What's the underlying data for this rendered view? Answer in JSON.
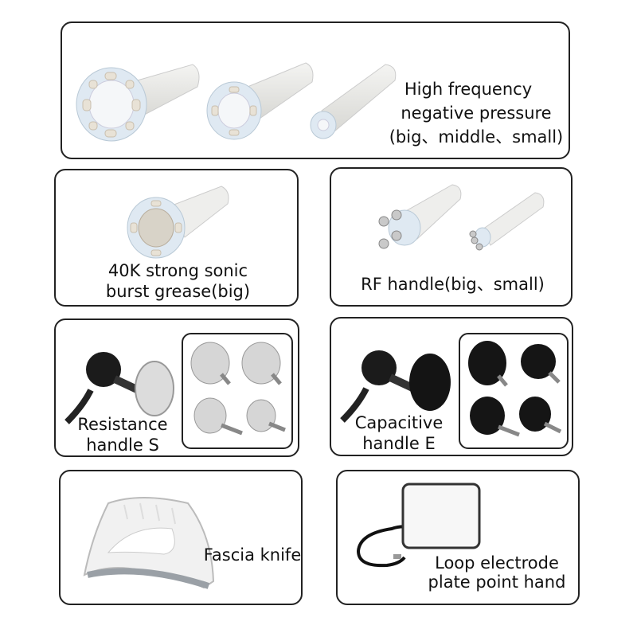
{
  "panels": {
    "high_freq": {
      "line1": "High frequency",
      "line2": "negative pressure",
      "line3": "(big、middle、small)"
    },
    "sonic": {
      "line1": "40K strong sonic",
      "line2": "burst grease(big)"
    },
    "rf": {
      "line1": "RF handle(big、small)"
    },
    "resistance": {
      "line1": "Resistance",
      "line2": "handle S"
    },
    "capacitive": {
      "line1": "Capacitive",
      "line2": "handle E"
    },
    "fascia": {
      "line1": "Fascia knife"
    },
    "loop": {
      "line1": "Loop electrode",
      "line2": "plate point hand"
    }
  }
}
